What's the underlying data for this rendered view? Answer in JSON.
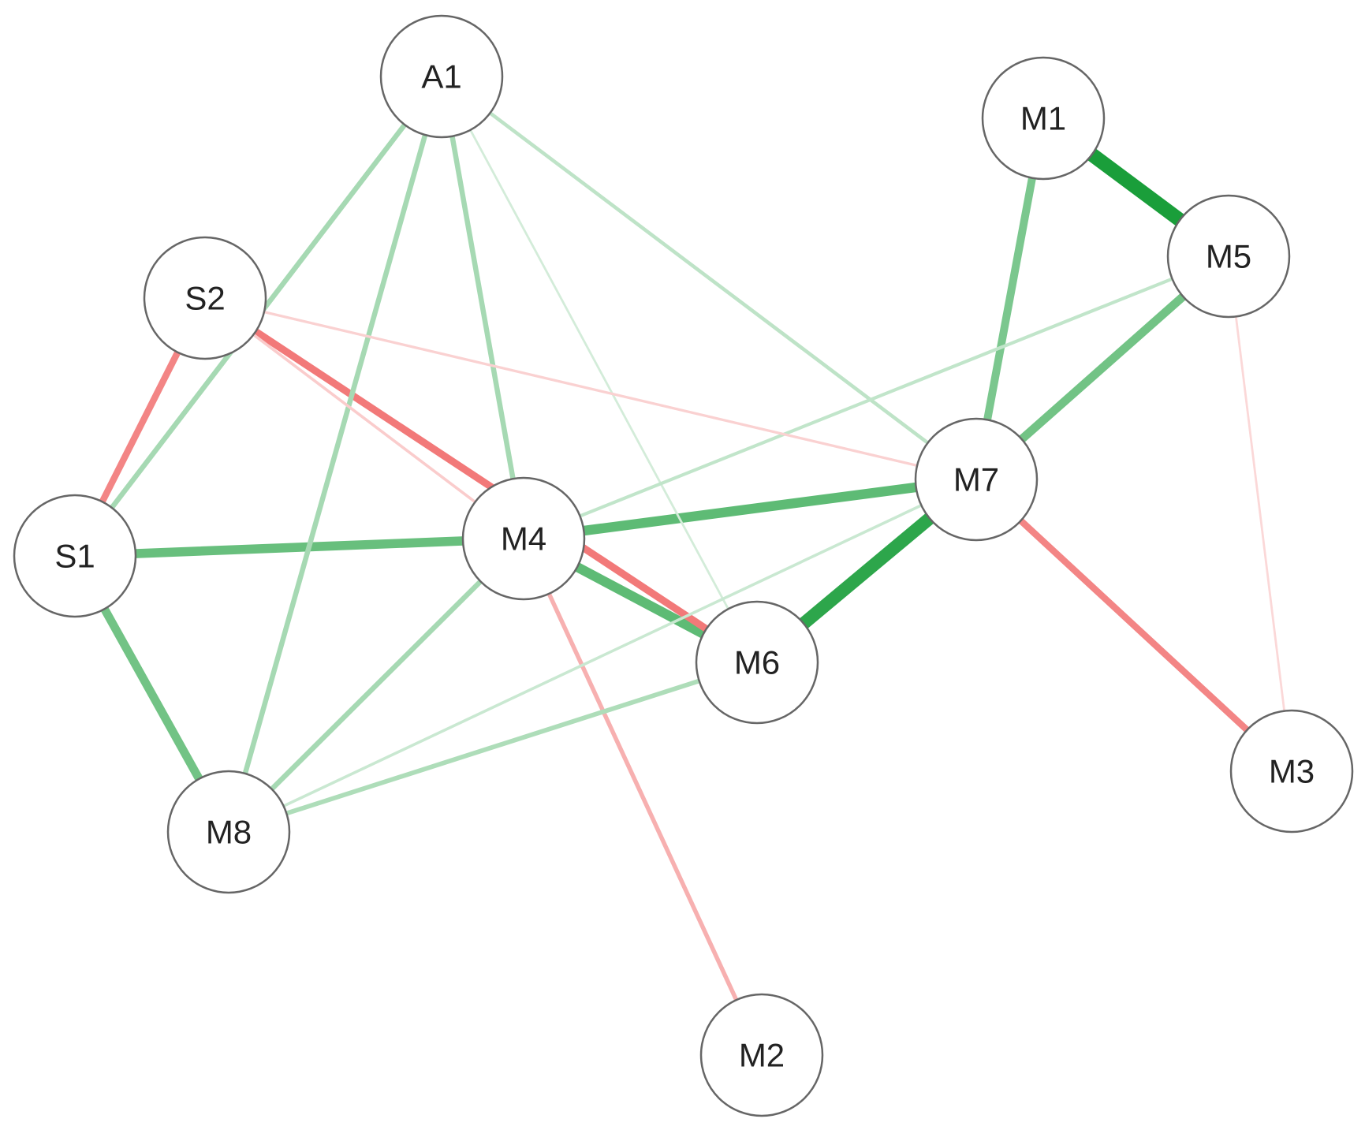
{
  "colors": {
    "positive": "#1a9e3a",
    "negative": "#f06a6a",
    "node_fill": "#ffffff",
    "node_stroke": "#666666"
  },
  "nodes": [
    {
      "id": "A1",
      "label": "A1"
    },
    {
      "id": "M1",
      "label": "M1"
    },
    {
      "id": "M5",
      "label": "M5"
    },
    {
      "id": "S2",
      "label": "S2"
    },
    {
      "id": "M7",
      "label": "M7"
    },
    {
      "id": "S1",
      "label": "S1"
    },
    {
      "id": "M4",
      "label": "M4"
    },
    {
      "id": "M6",
      "label": "M6"
    },
    {
      "id": "M3",
      "label": "M3"
    },
    {
      "id": "M8",
      "label": "M8"
    },
    {
      "id": "M2",
      "label": "M2"
    }
  ],
  "edges": [
    {
      "from": "M1",
      "to": "M5",
      "sign": "positive",
      "weight": 1.0
    },
    {
      "from": "M7",
      "to": "M6",
      "sign": "positive",
      "weight": 0.9
    },
    {
      "from": "M4",
      "to": "M7",
      "sign": "positive",
      "weight": 0.65
    },
    {
      "from": "M4",
      "to": "M6",
      "sign": "positive",
      "weight": 0.65
    },
    {
      "from": "S1",
      "to": "M4",
      "sign": "positive",
      "weight": 0.6
    },
    {
      "from": "M5",
      "to": "M7",
      "sign": "positive",
      "weight": 0.55
    },
    {
      "from": "M1",
      "to": "M7",
      "sign": "positive",
      "weight": 0.5
    },
    {
      "from": "S1",
      "to": "M8",
      "sign": "positive",
      "weight": 0.55
    },
    {
      "from": "S2",
      "to": "M6",
      "sign": "negative",
      "weight": 0.45
    },
    {
      "from": "S2",
      "to": "S1",
      "sign": "negative",
      "weight": 0.4
    },
    {
      "from": "M7",
      "to": "M3",
      "sign": "negative",
      "weight": 0.4
    },
    {
      "from": "M4",
      "to": "M2",
      "sign": "negative",
      "weight": 0.22
    },
    {
      "from": "A1",
      "to": "S1",
      "sign": "positive",
      "weight": 0.28
    },
    {
      "from": "A1",
      "to": "M8",
      "sign": "positive",
      "weight": 0.28
    },
    {
      "from": "A1",
      "to": "M4",
      "sign": "positive",
      "weight": 0.28
    },
    {
      "from": "A1",
      "to": "M7",
      "sign": "positive",
      "weight": 0.16
    },
    {
      "from": "A1",
      "to": "M6",
      "sign": "positive",
      "weight": 0.05
    },
    {
      "from": "M4",
      "to": "M8",
      "sign": "positive",
      "weight": 0.28
    },
    {
      "from": "M6",
      "to": "M8",
      "sign": "positive",
      "weight": 0.24
    },
    {
      "from": "M7",
      "to": "M8",
      "sign": "positive",
      "weight": 0.1
    },
    {
      "from": "M4",
      "to": "M5",
      "sign": "positive",
      "weight": 0.14
    },
    {
      "from": "S2",
      "to": "M7",
      "sign": "negative",
      "weight": 0.08
    },
    {
      "from": "S2",
      "to": "M4",
      "sign": "negative",
      "weight": 0.1
    },
    {
      "from": "M5",
      "to": "M3",
      "sign": "negative",
      "weight": 0.05
    }
  ]
}
